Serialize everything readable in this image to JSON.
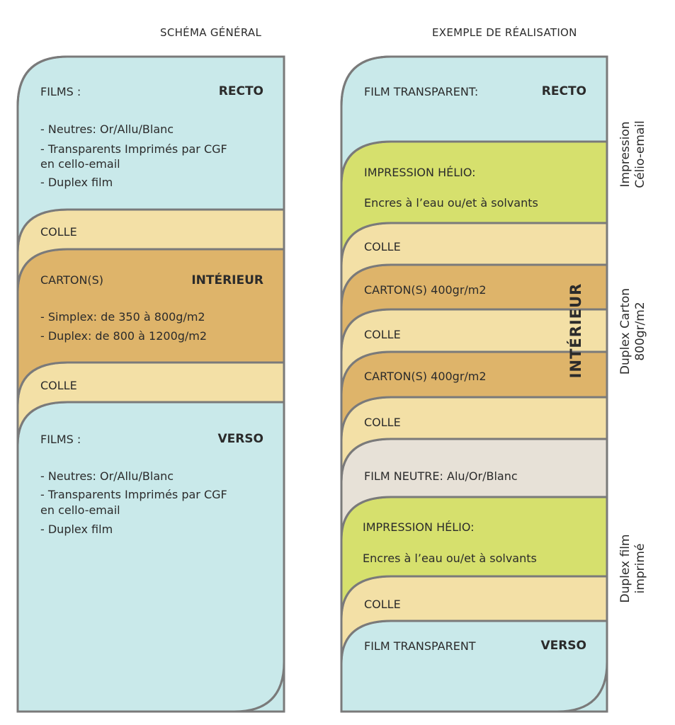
{
  "colors": {
    "film": "#c9e9ea",
    "glue": "#f3e0a6",
    "board": "#deb46a",
    "print": "#d6e06d",
    "neutral": "#e7e1d7",
    "stroke": "#7a7a7a"
  },
  "left": {
    "heading": "SCHÉMA GÉNÉRAL",
    "recto": {
      "label": "FILMS :",
      "side": "RECTO",
      "items": [
        "- Neutres: Or/Allu/Blanc",
        "- Transparents Imprimés par CGF",
        "en cello-email",
        "- Duplex film"
      ]
    },
    "glue_top": "COLLE",
    "interior": {
      "label": "CARTON(S)",
      "side": "INTÉRIEUR",
      "items": [
        "- Simplex: de 350 à 800g/m2",
        "- Duplex: de 800 à 1200g/m2"
      ]
    },
    "glue_bottom": "COLLE",
    "verso": {
      "label": "FILMS :",
      "side": "VERSO",
      "items": [
        "- Neutres: Or/Allu/Blanc",
        "- Transparents Imprimés par CGF",
        "en cello-email",
        "- Duplex film"
      ]
    }
  },
  "right": {
    "heading": "EXEMPLE DE RÉALISATION",
    "film_top": {
      "label": "FILM TRANSPARENT:",
      "side": "RECTO"
    },
    "print_top": {
      "label": "IMPRESSION HÉLIO:",
      "sub": "Encres à l’eau ou/et à solvants"
    },
    "glue_1": "COLLE",
    "board_1": "CARTON(S) 400gr/m2",
    "glue_2": "COLLE",
    "board_2": "CARTON(S) 400gr/m2",
    "glue_3": "COLLE",
    "neutral": "FILM NEUTRE:  Alu/Or/Blanc",
    "print_bottom": {
      "label": "IMPRESSION HÉLIO:",
      "sub": "Encres à l’eau ou/et à solvants"
    },
    "glue_4": "COLLE",
    "film_bottom": {
      "label": "FILM TRANSPARENT",
      "side": "VERSO"
    },
    "interior_vertical": "INTÉRIEUR"
  },
  "side_labels": {
    "impression": [
      "Impression",
      "Célio-email"
    ],
    "duplex_carton": [
      "Duplex Carton",
      "800gr/m2"
    ],
    "duplex_film": [
      "Duplex film",
      "imprimé"
    ]
  }
}
